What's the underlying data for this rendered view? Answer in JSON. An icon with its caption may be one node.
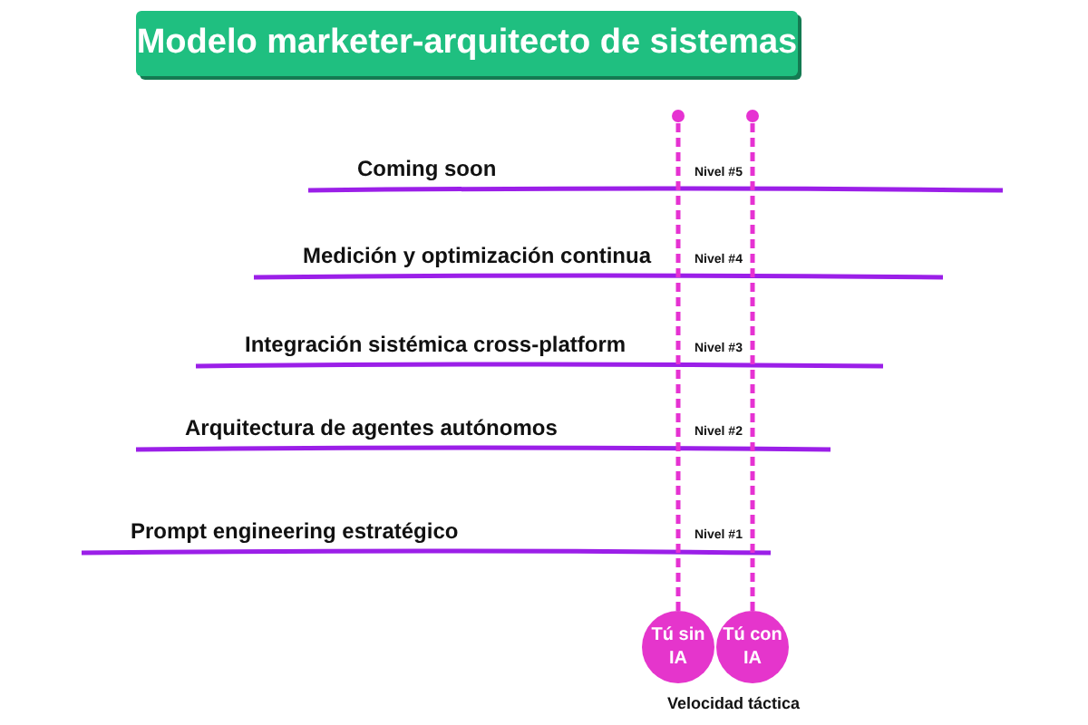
{
  "diagram": {
    "title": "Modelo marketer-arquitecto de sistemas",
    "nodes": [
      {
        "text": [
          "Tú sin IA"
        ]
      },
      {
        "text": [
          "Tú con IA"
        ]
      }
    ],
    "edges": [
      {
        "from": 0,
        "to": null,
        "arrow": "other",
        "style": "dashed",
        "color": "#e632d2"
      },
      {
        "from": 1,
        "to": null,
        "arrow": "other",
        "style": "dashed",
        "color": "#e632d2"
      }
    ],
    "labels": [
      "Coming soon",
      "Nivel #5",
      "Medición y optimización continua",
      "Nivel #4",
      "Integración sistémica cross-platform",
      "Nivel #3",
      "Arquitectura de agentes autónomos",
      "Nivel #2",
      "Prompt engineering estratégico",
      "Nivel #1",
      "Velocidad táctica"
    ]
  }
}
